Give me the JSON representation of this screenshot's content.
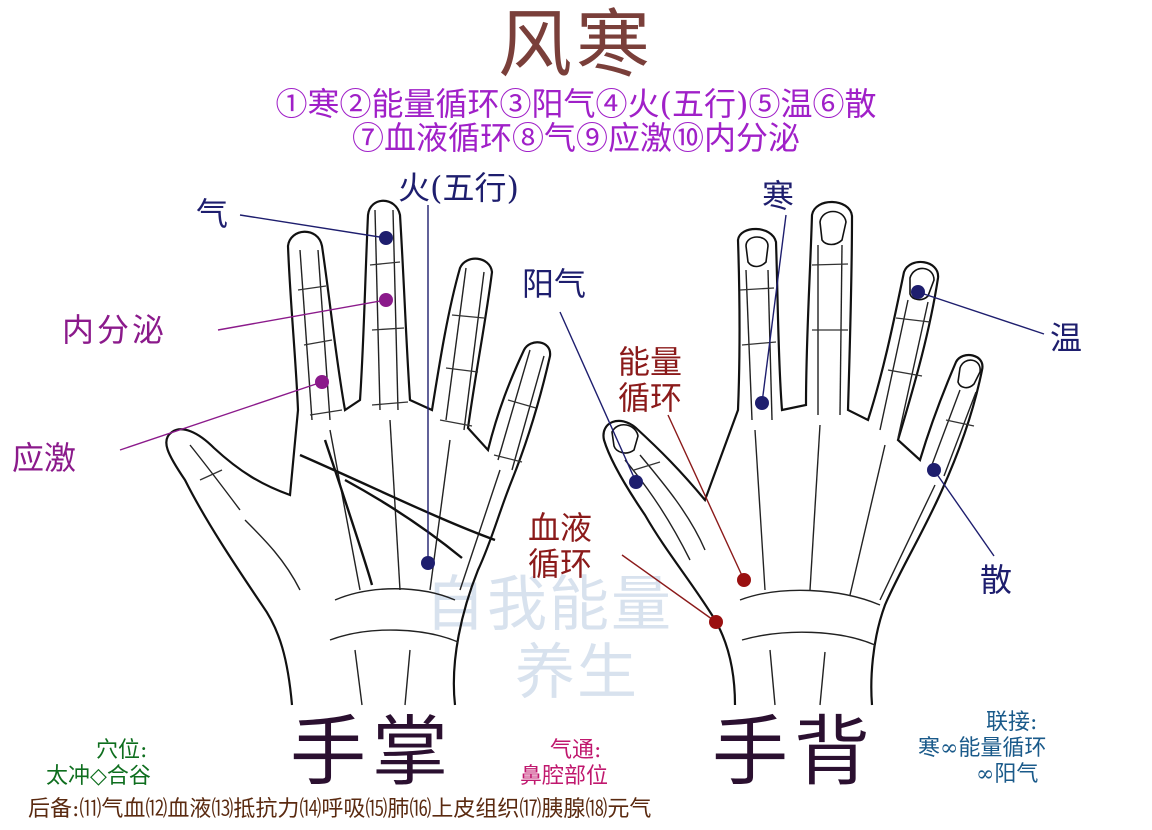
{
  "title": "风寒",
  "legend": {
    "line1": "①寒②能量循环③阳气④火(五行)⑤温⑥散",
    "line2": "⑦血液循环⑧气⑨应激⑩内分泌"
  },
  "watermark": {
    "line1": "自我能量",
    "line2": "养生"
  },
  "point_labels": {
    "fire": "火(五行)",
    "qi": "气",
    "endocrine": "内分泌",
    "stress": "应激",
    "yang_qi": "阳气",
    "cold": "寒",
    "energy_line1": "能量",
    "energy_line2": "循环",
    "blood_line1": "血液",
    "blood_line2": "循环",
    "warm": "温",
    "disperse": "散"
  },
  "captions": {
    "palm": "手掌",
    "back": "手背"
  },
  "acupoints": {
    "label": "穴位:",
    "value": "太冲◇合谷"
  },
  "qi_passage": {
    "label": "气通:",
    "value": "鼻腔部位"
  },
  "connection": {
    "label": "联接:",
    "line1": "寒∞能量循环",
    "line2": "∞阳气"
  },
  "footer": "后备:⑾气血⑿血液⒀抵抗力⒁呼吸⒂肺⒃上皮组织⒄胰腺⒅元气",
  "colors": {
    "title": "#7a3f3a",
    "legend": "#a020c8",
    "navy": "#1e1e6e",
    "purple": "#8b1a8b",
    "dark_red": "#8b1a1a",
    "green": "#0e6e1e",
    "magenta": "#c0186e",
    "blue": "#1a5a8a",
    "caption": "#2b1030",
    "footer": "#5a2a10",
    "watermark": "#d8e2ee"
  }
}
